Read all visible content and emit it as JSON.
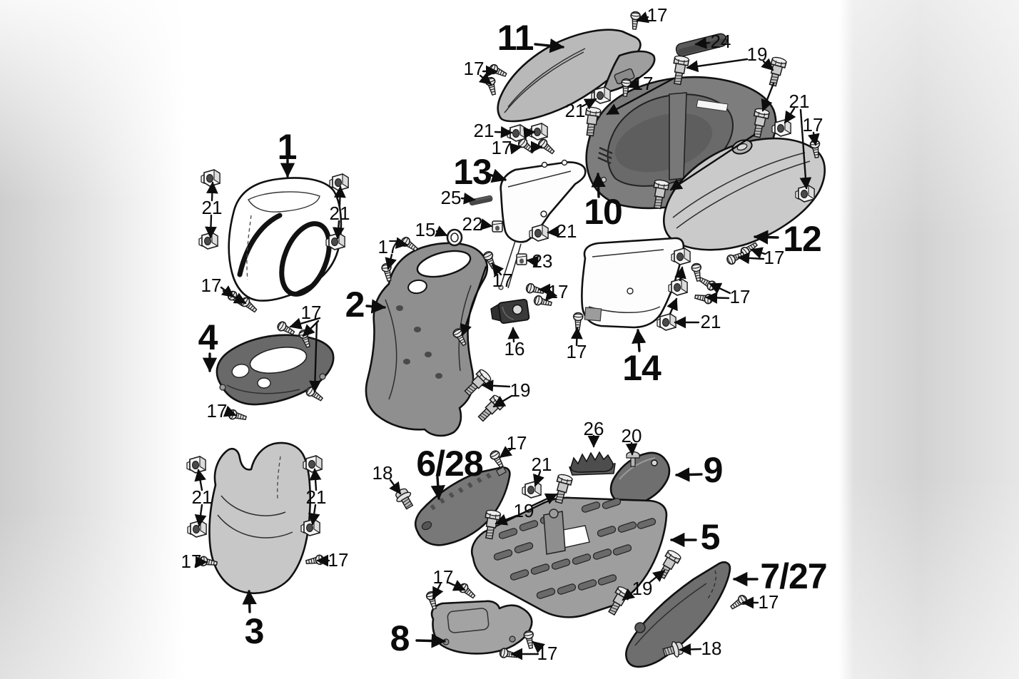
{
  "diagram": {
    "kind": "exploded parts diagram",
    "subject": "scooter body panels and fasteners",
    "colors": {
      "background": "#ffffff",
      "line": "#111111",
      "edge_fade": "#cccccc",
      "panel_light": "#c9c9c9",
      "panel_mid": "#9e9e9e",
      "panel_dark": "#6e6e6e"
    }
  },
  "callouts": {
    "parts": [
      "1",
      "2",
      "3",
      "4",
      "5",
      "6/28",
      "7/27",
      "8",
      "9",
      "10",
      "11",
      "12",
      "13",
      "14"
    ],
    "fasteners": [
      "17",
      "24",
      "19",
      "17",
      "17",
      "21",
      "21",
      "17",
      "21",
      "17",
      "25",
      "22",
      "15",
      "21",
      "23",
      "17",
      "17",
      "17",
      "16",
      "19",
      "17",
      "17",
      "21",
      "17",
      "17",
      "21",
      "21",
      "17",
      "17",
      "21",
      "21",
      "17",
      "17",
      "17",
      "18",
      "21",
      "19",
      "26",
      "20",
      "19",
      "17",
      "17",
      "17",
      "18"
    ]
  },
  "icons": {
    "screw": "flat-head-screw-icon",
    "shoulder_bolt": "shoulder-bolt-icon",
    "hex_bolt": "hex-flange-bolt-icon",
    "clip_nut": "clip-nut-icon",
    "small_clip": "small-clip-icon",
    "grommet": "grommet-icon",
    "push_rivet": "push-rivet-icon",
    "rubber_pad": "rubber-pad-icon"
  }
}
